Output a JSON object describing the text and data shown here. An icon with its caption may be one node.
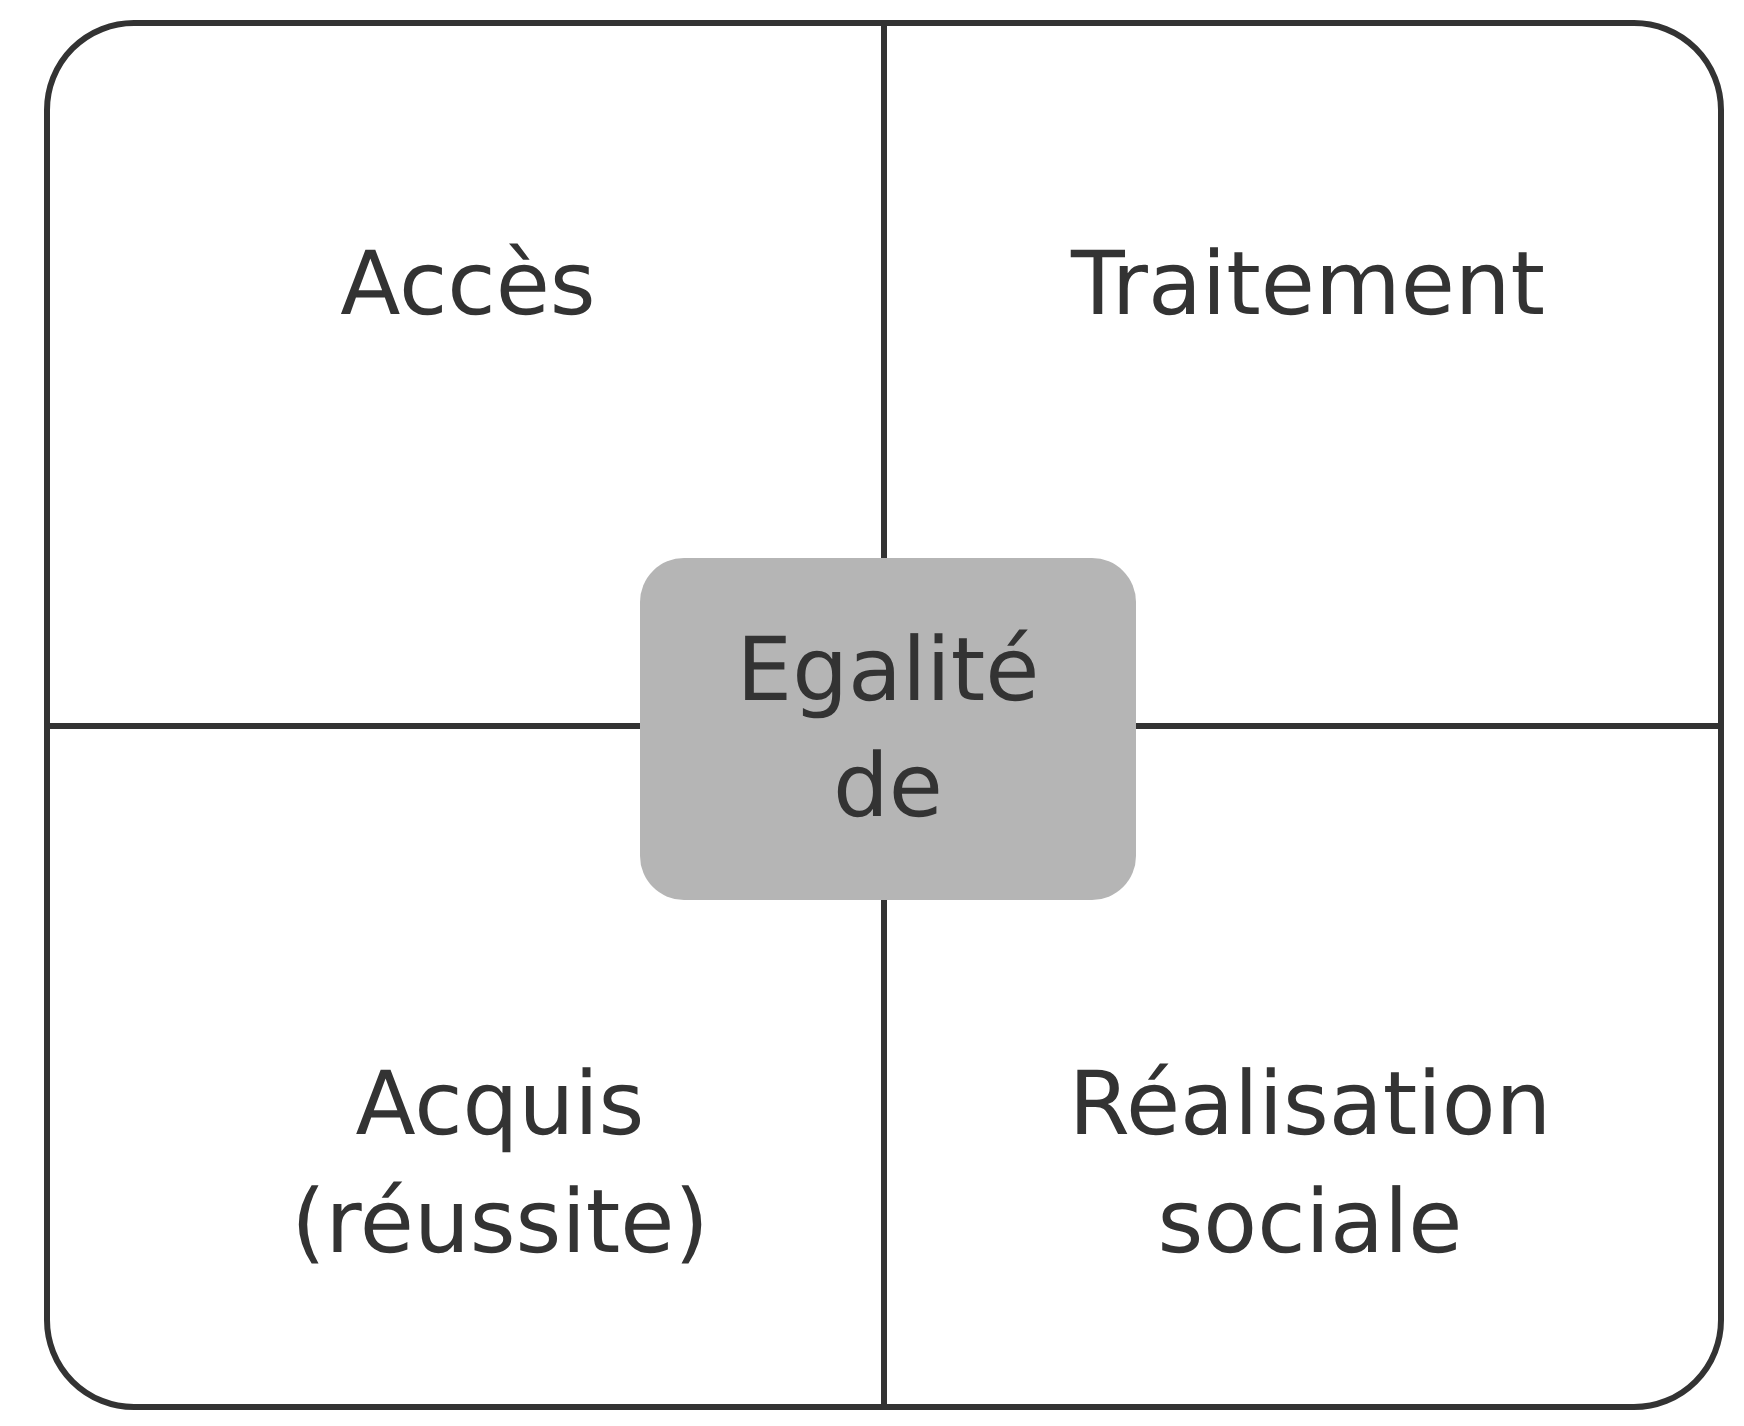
{
  "diagram": {
    "nodes": [
      {
        "text": [],
        "shape": "box"
      },
      {
        "text": [
          "Accès"
        ],
        "in": 0
      },
      {
        "text": [
          "Traitement"
        ],
        "in": 0
      },
      {
        "text": [
          "Egalité de"
        ],
        "in": 0
      },
      {
        "text": [
          "Acquis (réussite)"
        ],
        "in": 0
      },
      {
        "text": [
          "Réalisation sociale"
        ],
        "in": 0
      }
    ]
  }
}
